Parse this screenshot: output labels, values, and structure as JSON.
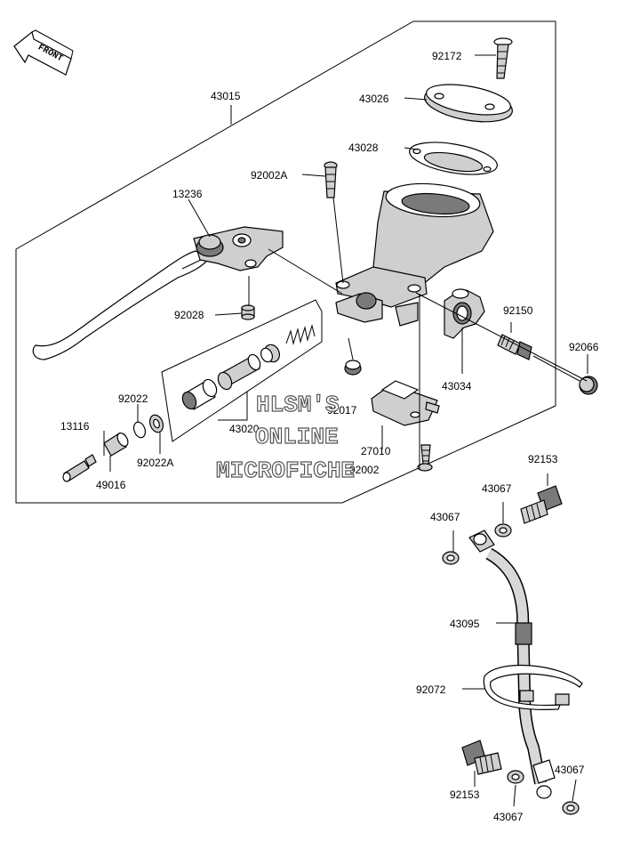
{
  "front_badge": "FRONT",
  "watermark": {
    "line1": "HLSM'S",
    "line2": "ONLINE",
    "line3": "MICROFICHE"
  },
  "part_labels": {
    "p92172": "92172",
    "p43026": "43026",
    "p43028": "43028",
    "p43015": "43015",
    "p92002A": "92002A",
    "p13236": "13236",
    "p92028": "92028",
    "p92150": "92150",
    "p92066": "92066",
    "p43034": "43034",
    "p92022": "92022",
    "p13116": "13116",
    "p43020": "43020",
    "p92017": "92017",
    "p27010": "27010",
    "p92002": "92002",
    "p92022A": "92022A",
    "p49016": "49016",
    "p92153_top": "92153",
    "p43067_a": "43067",
    "p43067_b": "43067",
    "p43095": "43095",
    "p92072": "92072",
    "p92153_bottom": "92153",
    "p43067_c": "43067",
    "p43067_d": "43067"
  }
}
